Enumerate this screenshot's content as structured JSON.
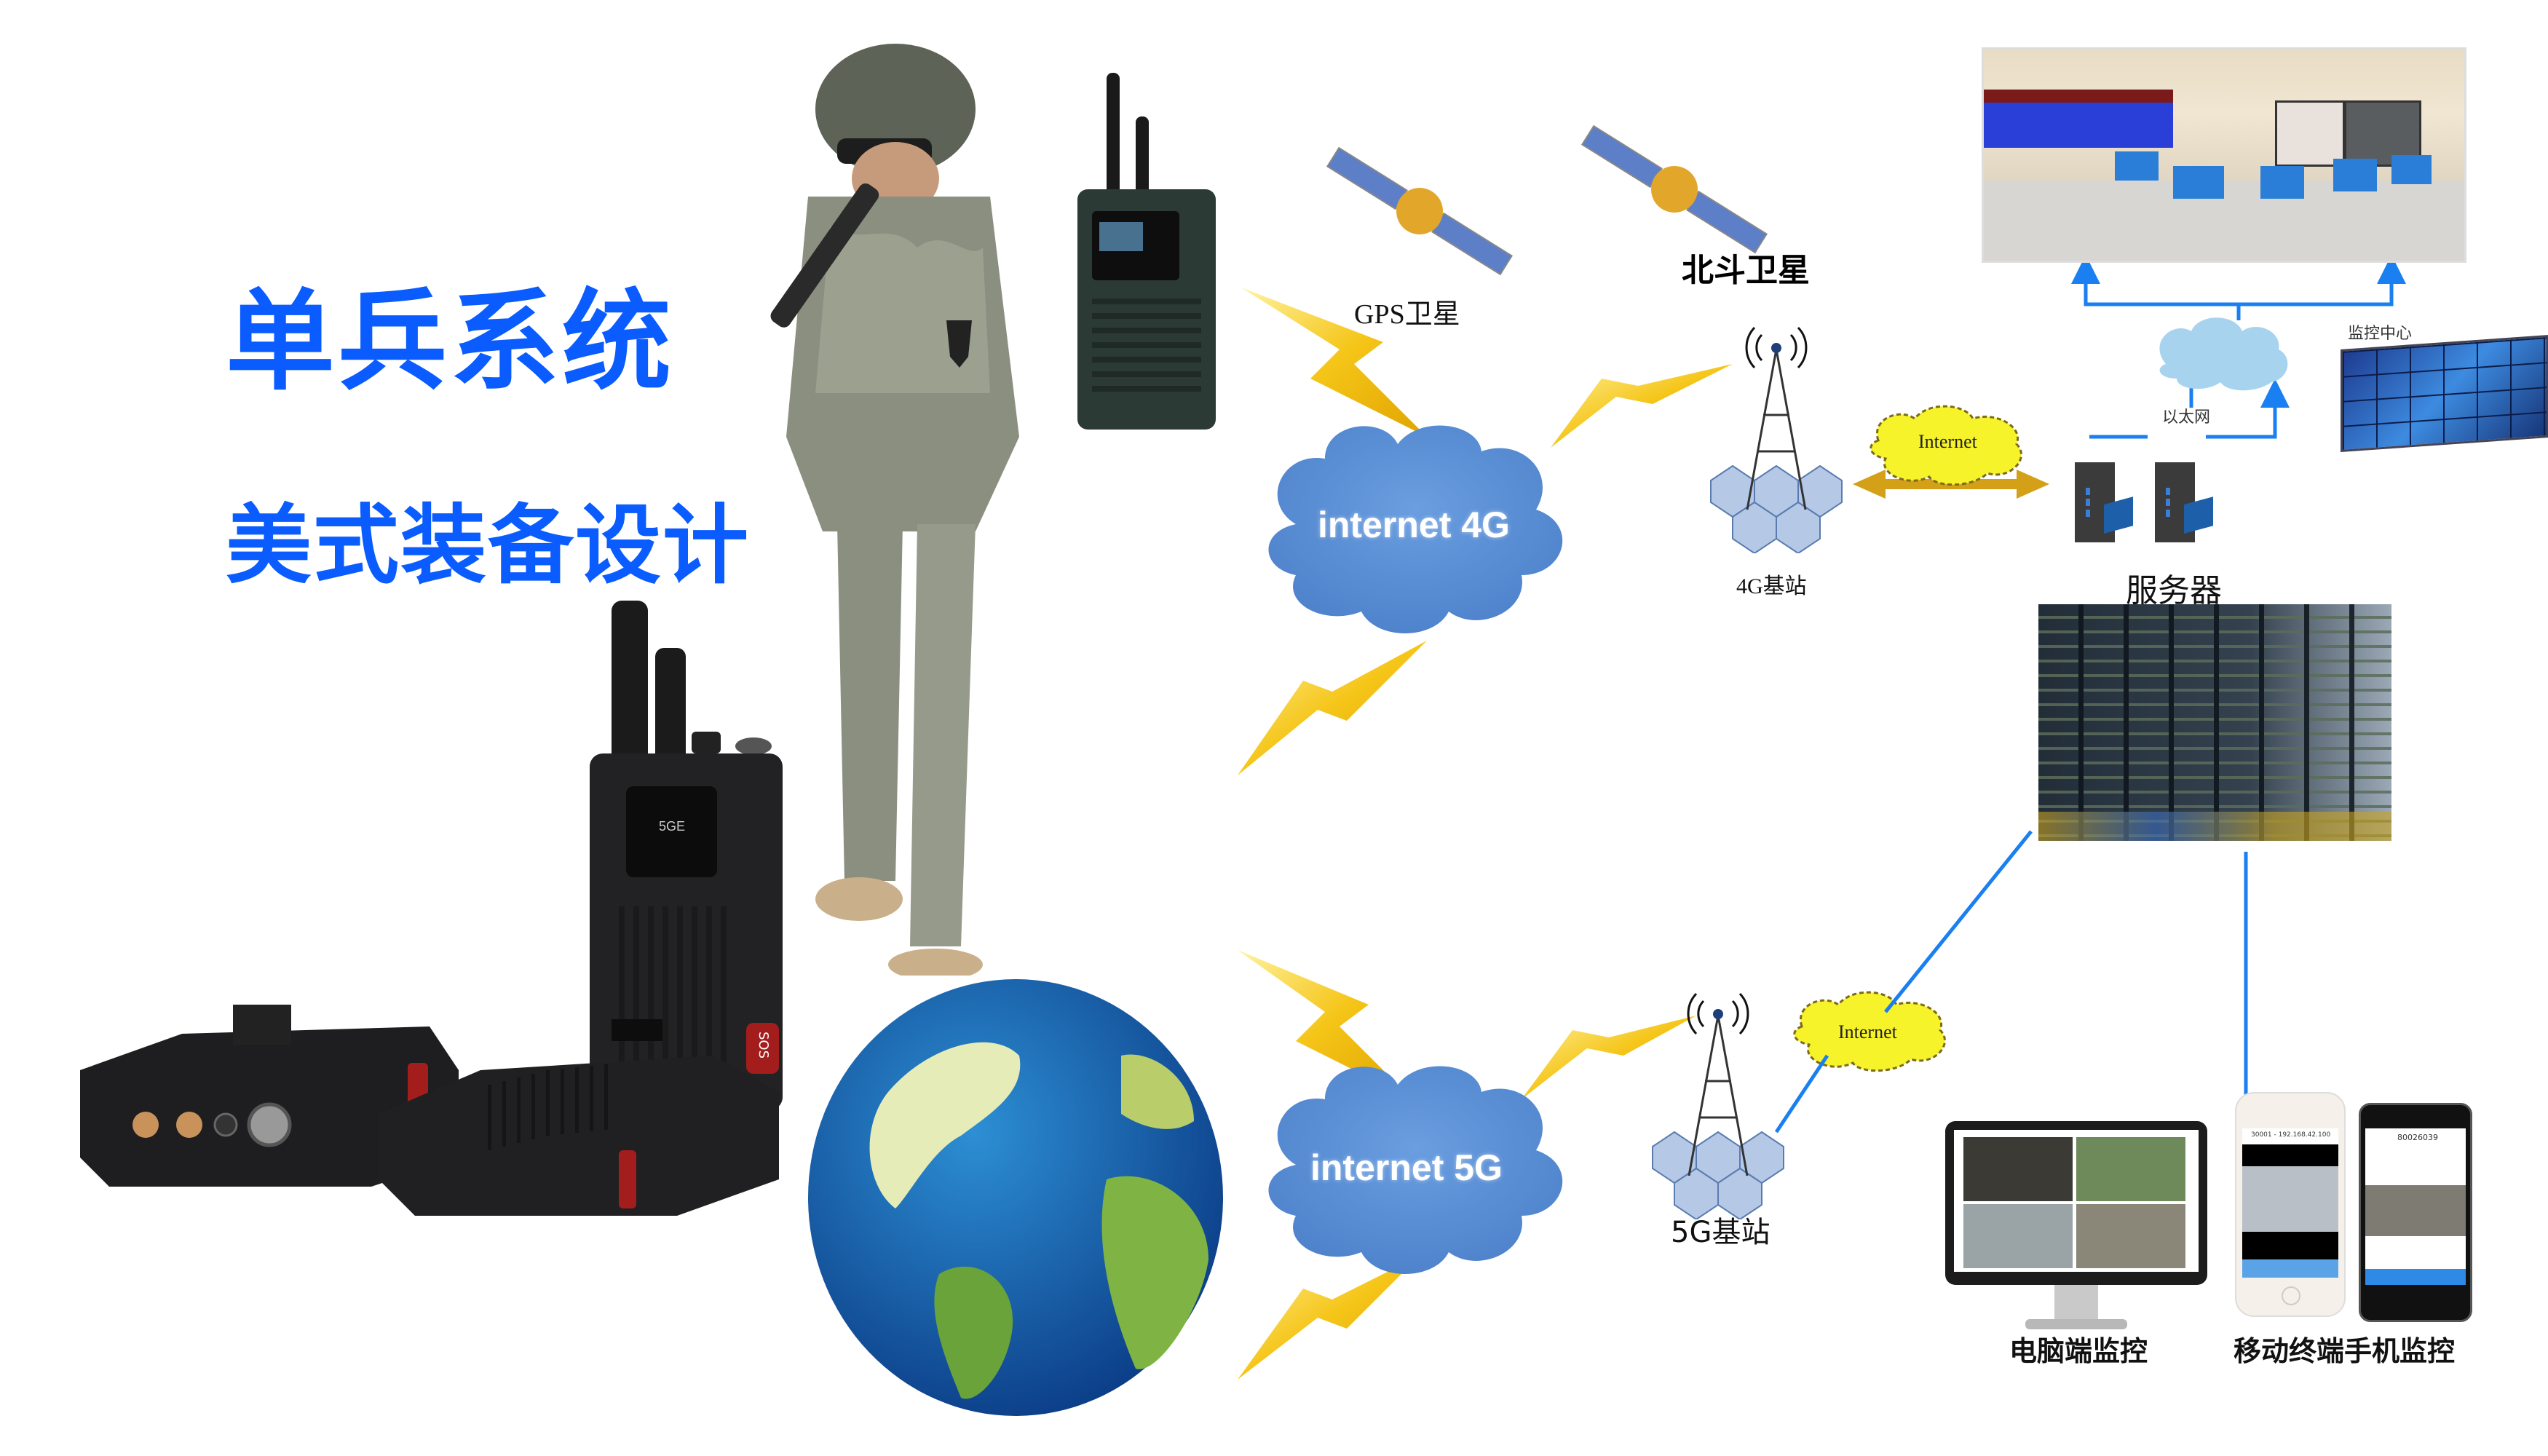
{
  "titles": {
    "main": "单兵系统",
    "sub": "美式装备设计"
  },
  "satellites": [
    {
      "label": "GPS卫星"
    },
    {
      "label": "北斗卫星"
    }
  ],
  "networks": [
    {
      "cloud": "internet 4G",
      "station": "4G基站",
      "link_cloud": "Internet"
    },
    {
      "cloud": "internet 5G",
      "station": "5G基站",
      "link_cloud": "Internet"
    }
  ],
  "backend": {
    "ethernet_label": "以太网",
    "monitor_center_label": "监控中心",
    "server_label": "服务器"
  },
  "clients": [
    {
      "label": "电脑端监控"
    },
    {
      "label": "移动终端手机监控",
      "ios_header": "30001 - 192.168.42.100",
      "android_header": "80026039"
    }
  ],
  "device": {
    "screen_text": "5GE",
    "sos_label": "SOS"
  },
  "colors": {
    "title_blue": "#0a5cff",
    "link_blue": "#1a7ff0",
    "bolt_yellow": "#f5c518",
    "cloud_blue": "#5b8fd6",
    "internet_yellow": "#f7f32a",
    "device_black": "#1c1c1e",
    "sos_red": "#a41d1d"
  }
}
